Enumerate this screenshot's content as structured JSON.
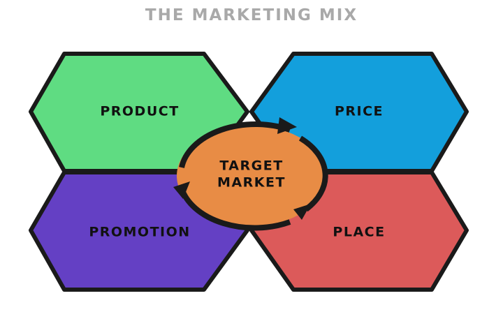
{
  "title": "THE MARKETING MIX",
  "segments": {
    "product": {
      "label": "PRODUCT",
      "color": "#5fdc82"
    },
    "price": {
      "label": "PRICE",
      "color": "#139fdc"
    },
    "promotion": {
      "label": "PROMOTION",
      "color": "#6440c4"
    },
    "place": {
      "label": "PLACE",
      "color": "#dc5a5a"
    }
  },
  "center": {
    "line1": "TARGET",
    "line2": "MARKET",
    "color": "#e88c45"
  },
  "outline_color": "#1a1a1a"
}
